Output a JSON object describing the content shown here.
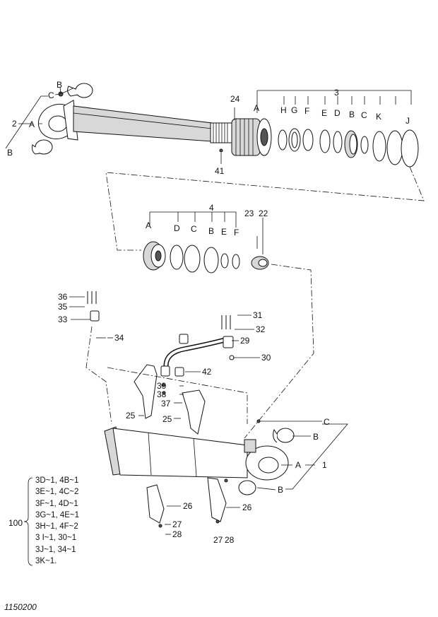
{
  "figure_id": "1150200",
  "callouts": {
    "c1": "1",
    "c2": "2",
    "c3": "3",
    "c4": "4",
    "c22": "22",
    "c23": "23",
    "c24": "24",
    "c25a": "25",
    "c25b": "25",
    "c26a": "26",
    "c26b": "26",
    "c27a": "27",
    "c27b": "27",
    "c28a": "28",
    "c28b": "28",
    "c29": "29",
    "c30": "30",
    "c31": "31",
    "c32": "32",
    "c33": "33",
    "c34": "34",
    "c35": "35",
    "c36": "36",
    "c37": "37",
    "c38": "38",
    "c39": "39",
    "c41": "41",
    "c42": "42"
  },
  "letters": {
    "rod_b_top": "B",
    "rod_c": "C",
    "rod_a": "A",
    "rod_b_bottom": "B",
    "kit3_a": "A",
    "kit3_h": "H",
    "kit3_g": "G",
    "kit3_f": "F",
    "kit3_e": "E",
    "kit3_d": "D",
    "kit3_b": "B",
    "kit3_c": "C",
    "kit3_k": "K",
    "kit3_j": "J",
    "kit4_a": "A",
    "kit4_d": "D",
    "kit4_c": "C",
    "kit4_b": "B",
    "kit4_e": "E",
    "kit4_f": "F",
    "tube_c": "C",
    "tube_b_top": "B",
    "tube_a": "A",
    "tube_b_bottom": "B"
  },
  "kit_list": {
    "label": "100",
    "rows": [
      "3D~1, 4B~1",
      "3E~1, 4C~2",
      "3F~1, 4D~1",
      "3G~1, 4E~1",
      "3H~1, 4F~2",
      "3 I~1, 30~1",
      "3J~1, 34~1",
      "3K~1."
    ]
  }
}
